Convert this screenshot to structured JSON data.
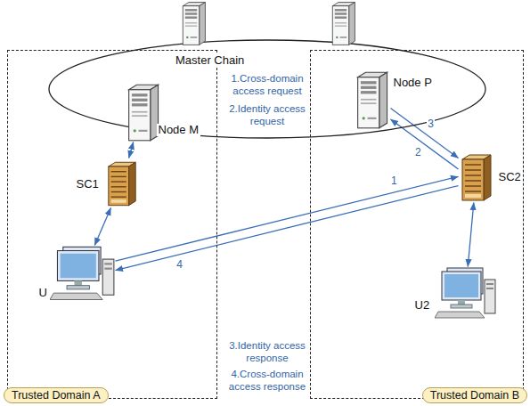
{
  "diagram": {
    "nodes": [
      {
        "text": [
          "Master Chain"
        ]
      },
      {
        "text": [
          "Trusted Domain A"
        ]
      },
      {
        "text": [
          "Trusted Domain B"
        ]
      },
      {
        "text": [
          "Node M"
        ],
        "in": 1
      },
      {
        "text": [
          "Node P"
        ],
        "in": 2
      },
      {
        "text": [
          "SC1"
        ],
        "in": 1
      },
      {
        "text": [
          "SC2"
        ],
        "in": 2
      },
      {
        "text": [
          "U"
        ],
        "in": 1
      },
      {
        "text": [
          "U2"
        ],
        "in": 2
      }
    ],
    "edges": [
      {
        "from": 3,
        "to": 5,
        "arrow": "both"
      },
      {
        "from": 5,
        "to": 7,
        "arrow": "both"
      },
      {
        "from": 7,
        "to": 6,
        "label": "1",
        "arrow": "to"
      },
      {
        "from": 6,
        "to": 4,
        "label": "2",
        "arrow": "to"
      },
      {
        "from": 4,
        "to": 6,
        "label": "3",
        "arrow": "to"
      },
      {
        "from": 6,
        "to": 7,
        "label": "4",
        "arrow": "to"
      },
      {
        "from": 6,
        "to": 8,
        "arrow": "both"
      }
    ],
    "labels": [
      "1.Cross-domain access request",
      "2.Identity access request",
      "3.Identity access response",
      "4.Cross-domain access response"
    ]
  }
}
